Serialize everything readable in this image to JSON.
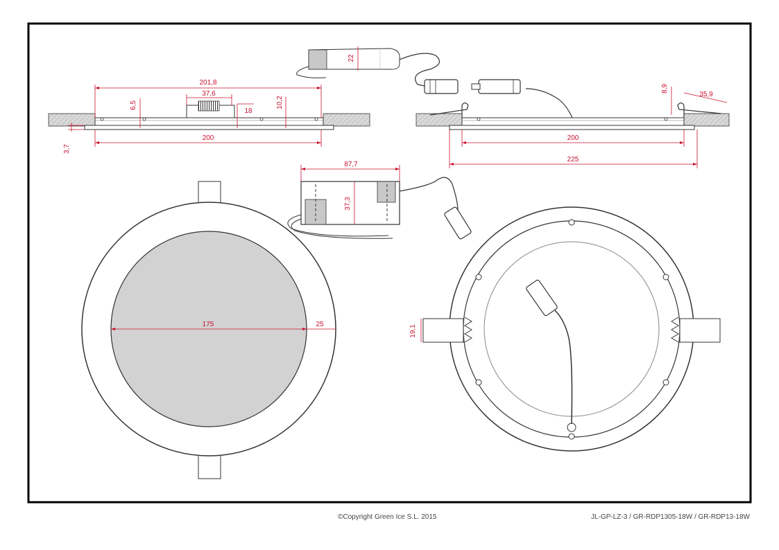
{
  "colors": {
    "frame": "#000000",
    "line": "#333333",
    "dimension": "#c8102e",
    "wall": "#d6d6d6",
    "panel": "#d2d2d2"
  },
  "dimensions": {
    "overall_width": "201,8",
    "housing_width": "37,6",
    "height_left": "6,5",
    "height_mid": "18",
    "height_right": "10,2",
    "flange": "3,7",
    "cutout_left": "200",
    "driver_height": "22",
    "clip_height": "8,9",
    "clip_reach": "35,9",
    "cutout_right": "200",
    "overall_right": "225",
    "driver_length": "87,7",
    "driver_width": "37,3",
    "panel_diameter": "175",
    "rim_width": "25",
    "spring_height": "19,1"
  },
  "footer": {
    "copyright": "©Copyright Green Ice S.L. 2015",
    "model": "JL-GP-LZ-3 / GR-RDP1305-18W / GR-RDP13-18W"
  }
}
